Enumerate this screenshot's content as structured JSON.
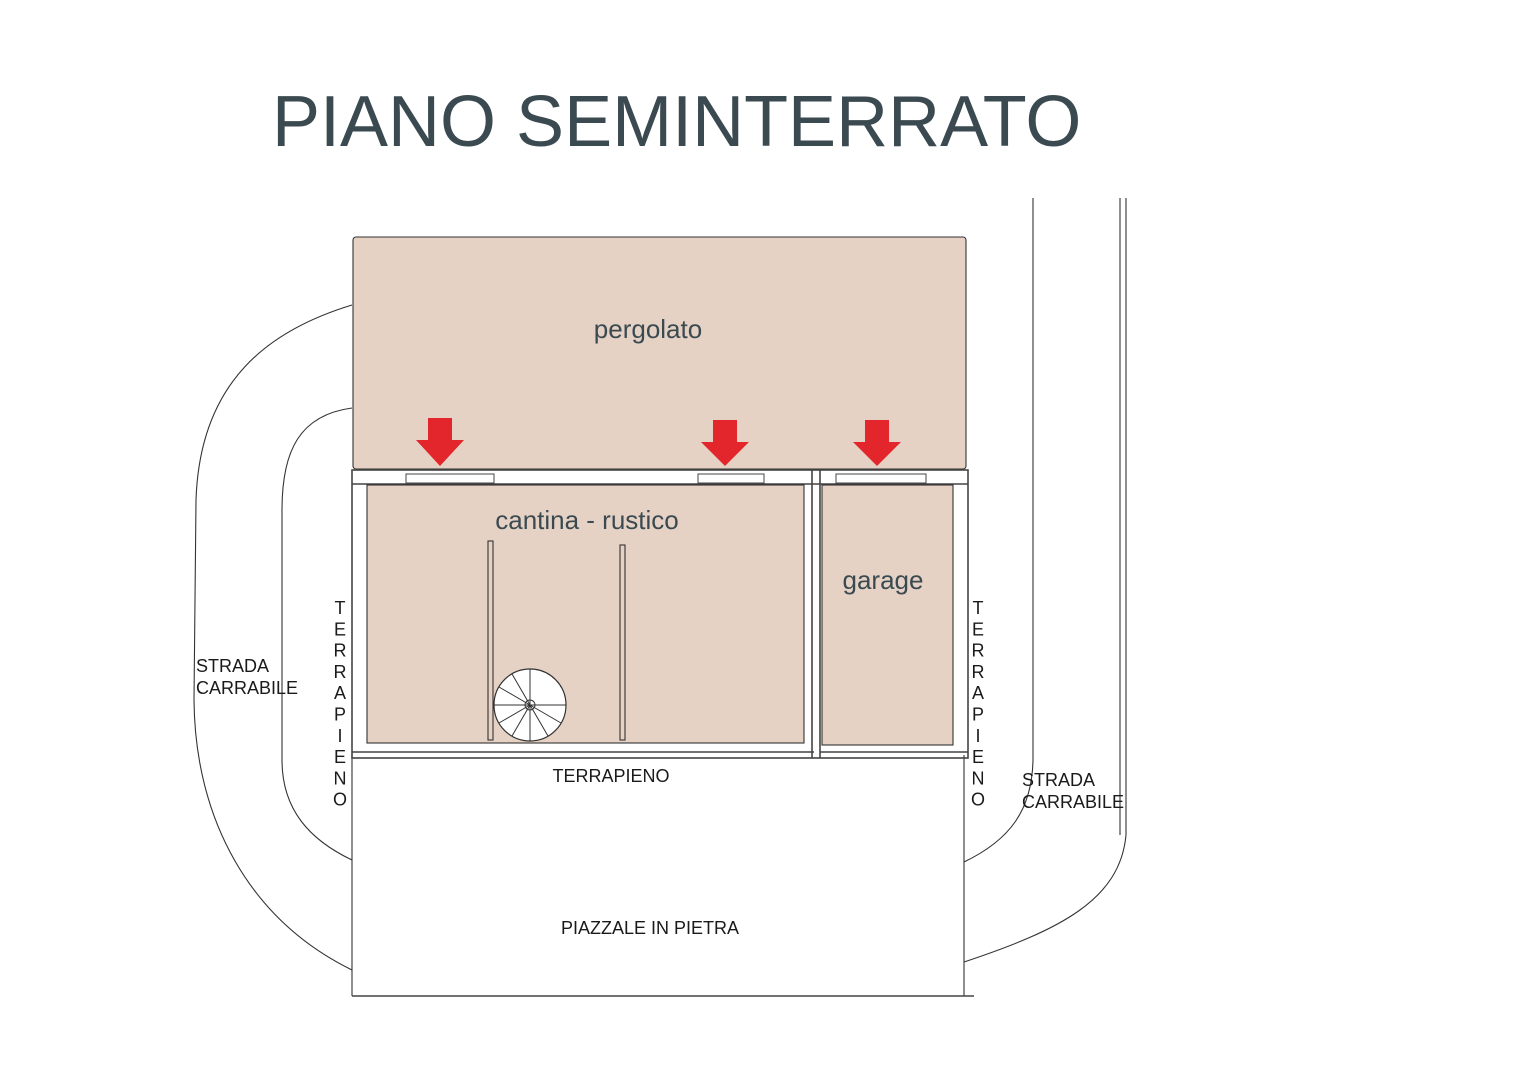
{
  "title": "PIANO SEMINTERRATO",
  "rooms": {
    "pergolato": "pergolato",
    "cantina": "cantina - rustico",
    "garage": "garage"
  },
  "labels": {
    "strada_left": [
      "STRADA",
      "CARRABILE"
    ],
    "strada_right": [
      "STRADA",
      "CARRABILE"
    ],
    "terrapieno_bottom": "TERRAPIENO",
    "terrapieno_vertical": "TERRAPIENO",
    "piazzale": "PIAZZALE IN PIETRA"
  },
  "colors": {
    "room_fill": "#e5d2c5",
    "arrow": "#e3262b",
    "title": "#3b4a50"
  },
  "icons": [
    "down-arrow-icon",
    "down-arrow-icon",
    "down-arrow-icon",
    "spiral-staircase-icon"
  ]
}
